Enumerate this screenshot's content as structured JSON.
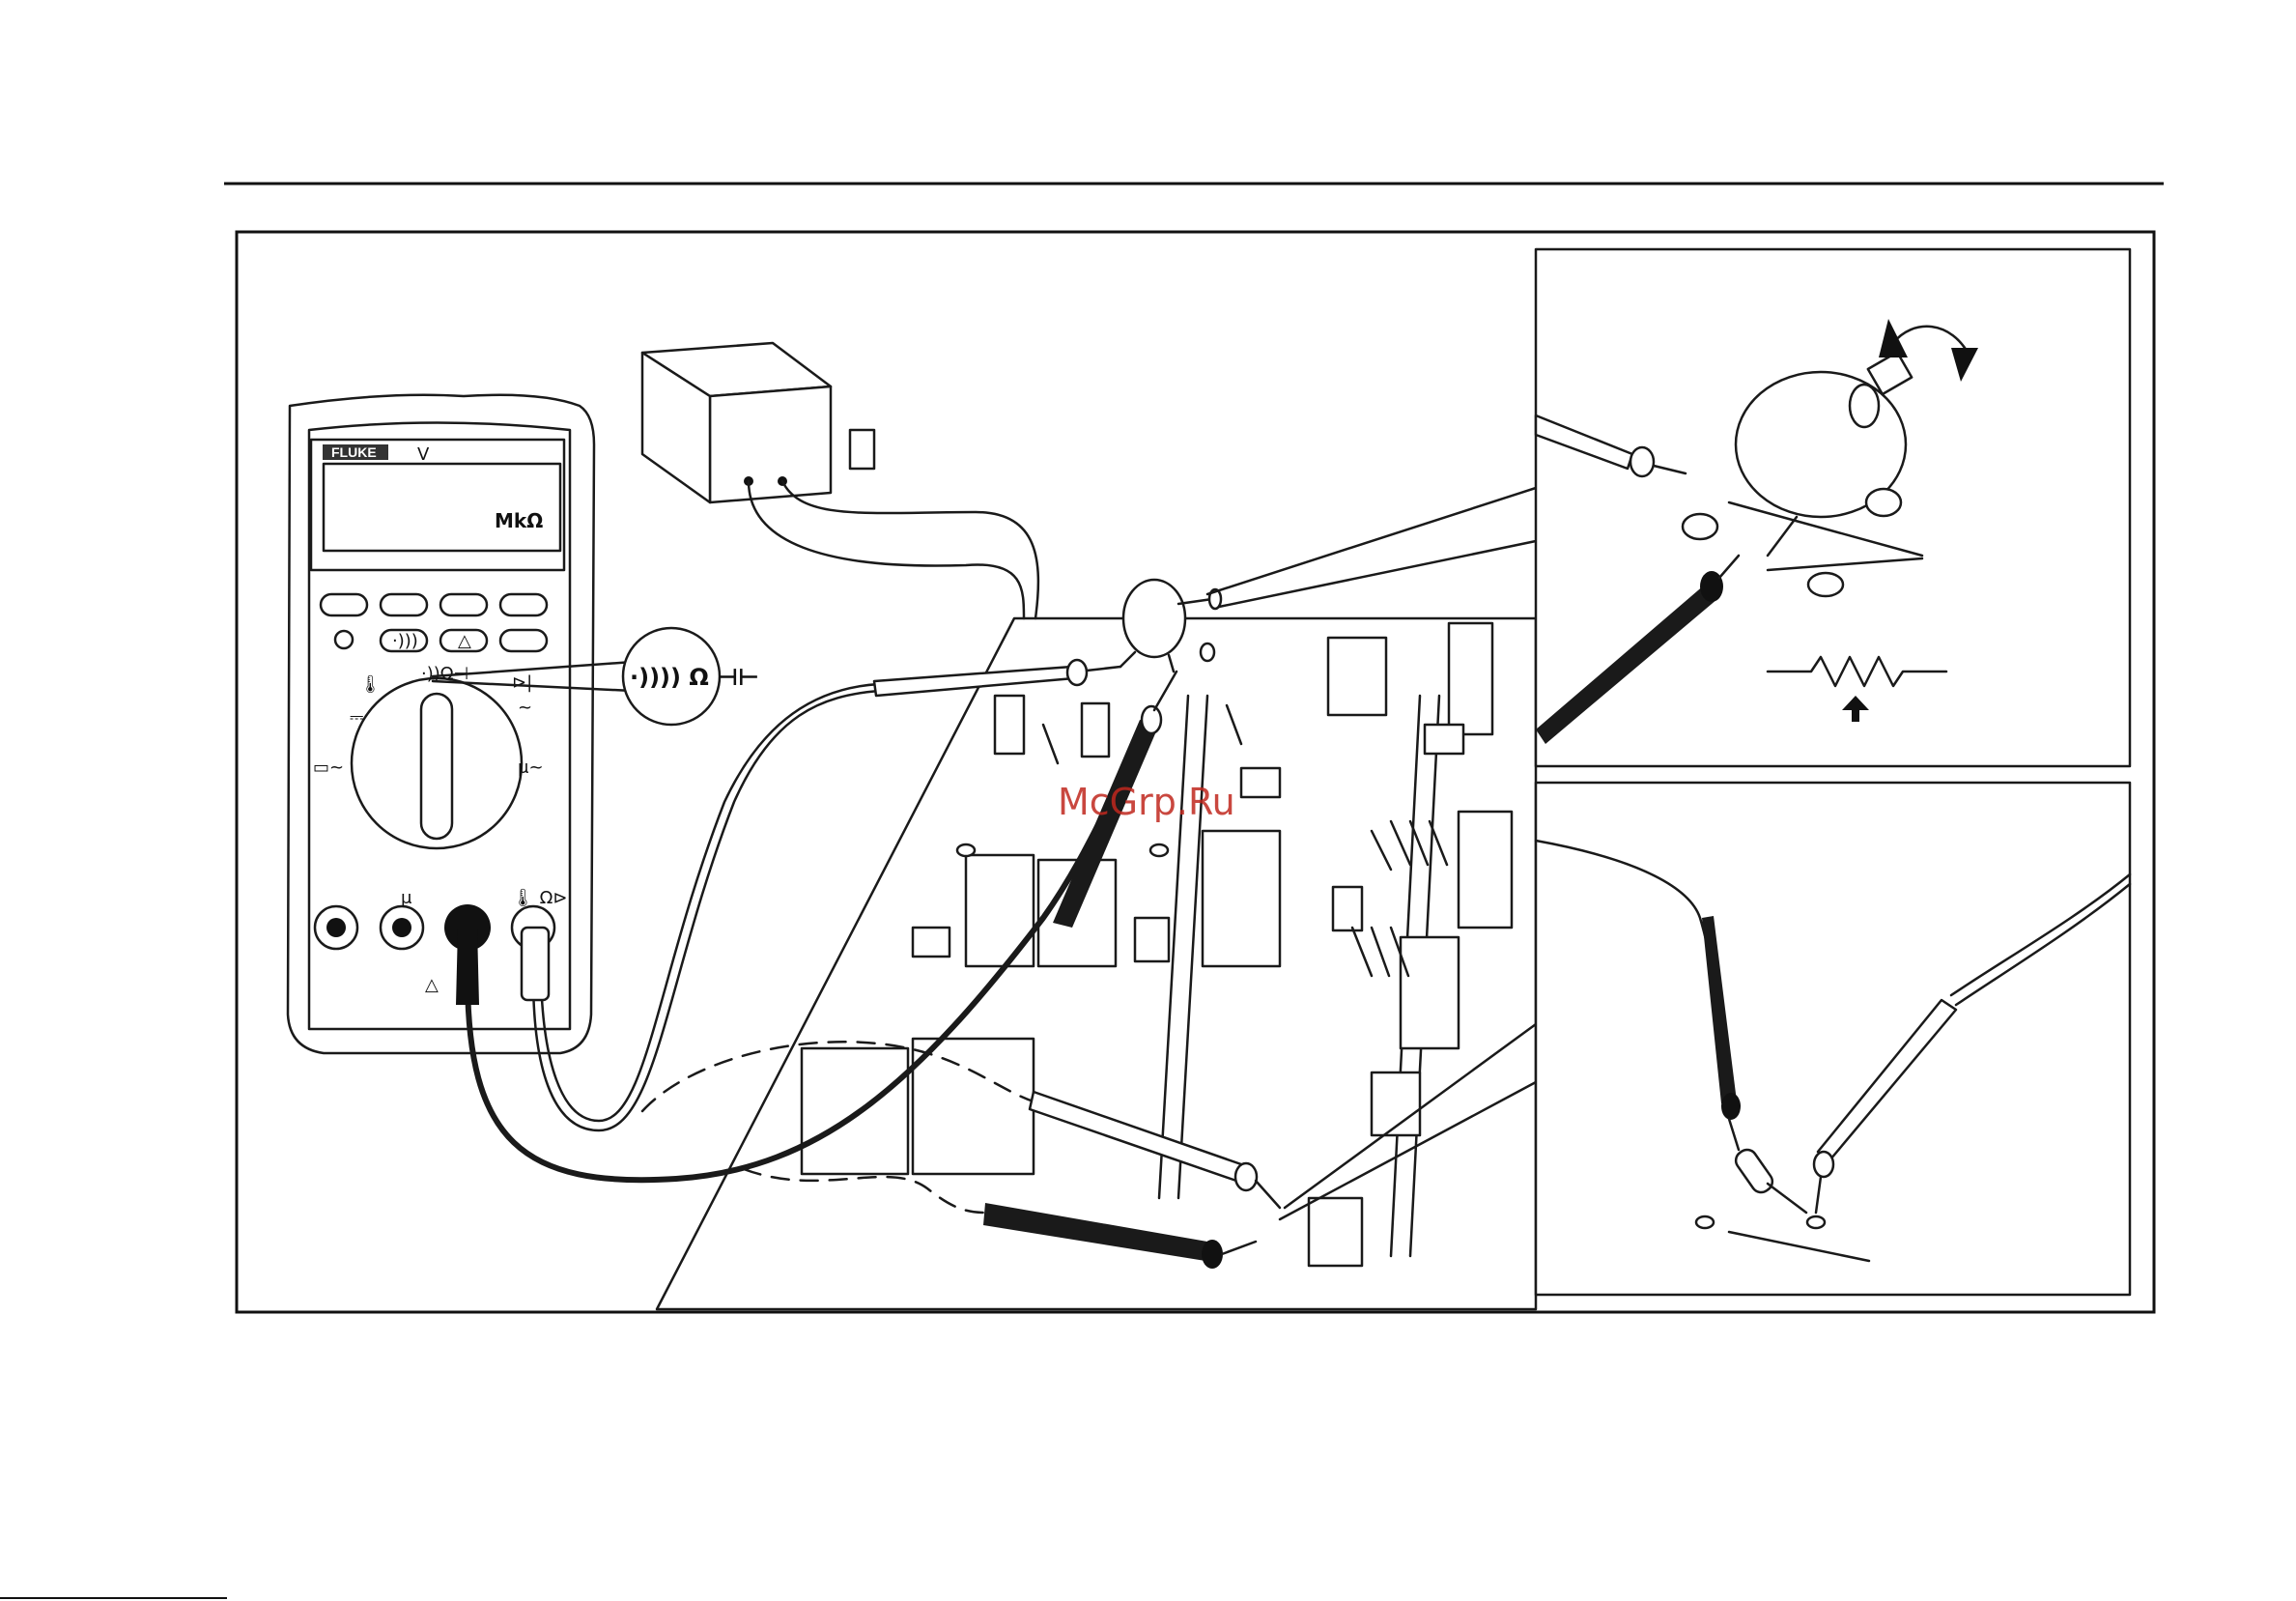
{
  "meter": {
    "brand": "FLUKE",
    "model_mark": "V",
    "lcd_unit": "MkΩ"
  },
  "callout_symbols": "·)))) Ω ⊣⊢",
  "watermark": "McGrp.Ru",
  "colors": {
    "line": "#1a1a1a",
    "background": "#ffffff",
    "watermark": "#c0281e"
  }
}
